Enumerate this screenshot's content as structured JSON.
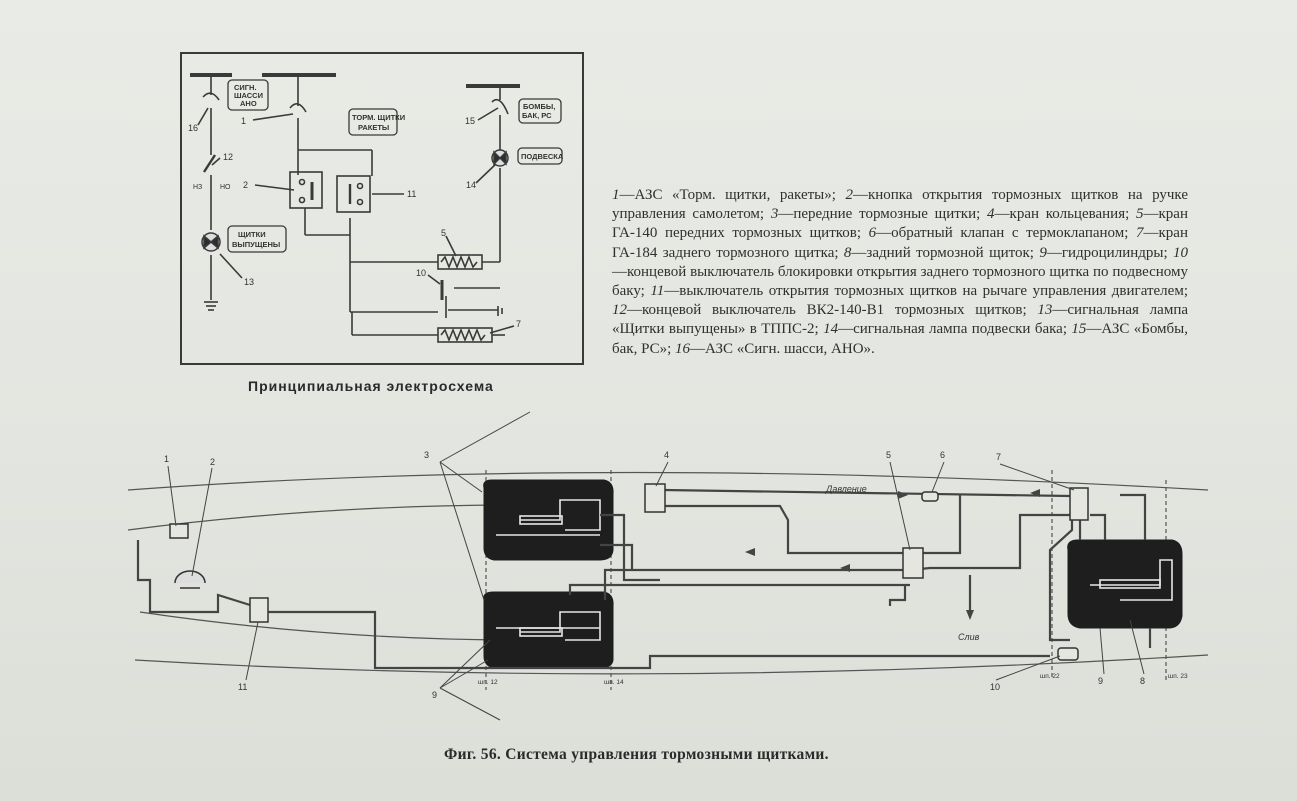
{
  "schematic": {
    "title": "Принципиальная электросхема",
    "labels": {
      "sign_chassis": [
        "СИГН.",
        "ШАССИ",
        "АНО"
      ],
      "brake_flaps_rockets": [
        "ТОРМ. ЩИТКИ",
        "РАКЕТЫ"
      ],
      "bombs_tank_rs": [
        "БОМБЫ,",
        "БАК, РС"
      ],
      "suspension": "ПОДВЕСКА",
      "flaps_released": [
        "ЩИТКИ",
        "ВЫПУЩЕНЫ"
      ]
    },
    "numbers": [
      "16",
      "1",
      "12",
      "2",
      "11",
      "15",
      "14",
      "5",
      "10",
      "7",
      "13"
    ],
    "switch_marks": [
      "НЗ",
      "НО"
    ]
  },
  "legend": {
    "items": [
      {
        "n": "1",
        "text": "—АЗС «Торм. щитки, ракеты»; "
      },
      {
        "n": "2",
        "text": "—кнопка открытия тормозных щитков на ручке управления самолетом; "
      },
      {
        "n": "3",
        "text": "—передние тормозные щитки; "
      },
      {
        "n": "4",
        "text": "—кран кольцевания; "
      },
      {
        "n": "5",
        "text": "—кран ГА-140 передних тормозных щитков; "
      },
      {
        "n": "6",
        "text": "—обратный клапан с термоклапаном; "
      },
      {
        "n": "7",
        "text": "—кран ГА-184 заднего тормозного щитка; "
      },
      {
        "n": "8",
        "text": "—задний тормозной щиток; "
      },
      {
        "n": "9",
        "text": "—гидроцилиндры; "
      },
      {
        "n": "10",
        "text": "—концевой выключатель блокировки открытия заднего тормозного щитка по подвесному баку; "
      },
      {
        "n": "11",
        "text": "—выключатель открытия тормозных щитков на рычаге управления двигателем; "
      },
      {
        "n": "12",
        "text": "—концевой выключатель ВК2-140-В1 тормозных щитков; "
      },
      {
        "n": "13",
        "text": "—сигнальная лампа «Щитки выпущены» в ТППС-2; "
      },
      {
        "n": "14",
        "text": "—сигнальная лампа подвески бака; "
      },
      {
        "n": "15",
        "text": "—АЗС «Бомбы, бак, РС»; "
      },
      {
        "n": "16",
        "text": "—АЗС «Сигн. шасси, АНО»."
      }
    ]
  },
  "diagram": {
    "numbers": [
      "1",
      "2",
      "3",
      "4",
      "5",
      "6",
      "7",
      "9",
      "11",
      "10",
      "9",
      "8"
    ],
    "flow_labels": {
      "pressure": "Давление",
      "drain": "Слив"
    },
    "frame_labels": [
      "шп. 12",
      "шп. 14",
      "шп. 22",
      "шп. 23"
    ]
  },
  "caption": "Фиг. 56. Система управления тормозными щитками."
}
